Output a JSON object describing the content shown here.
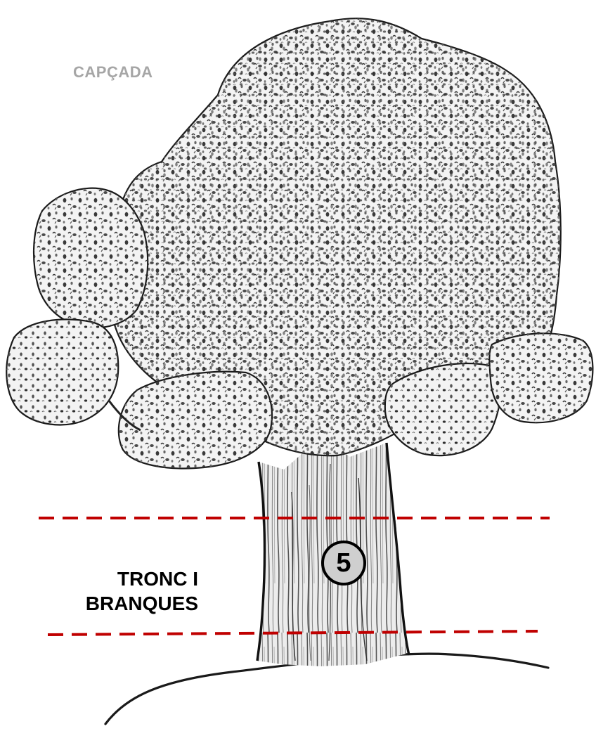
{
  "labels": {
    "canopy": "CAPÇADA",
    "trunk_line1": "TRONC I",
    "trunk_line2": "BRANQUES"
  },
  "badge": {
    "number": "5"
  },
  "colors": {
    "canopy_label": "#a6a6a6",
    "trunk_label": "#000000",
    "dashed_line": "#c00000",
    "badge_fill": "#cfcfcf",
    "ink": "#1a1a1a"
  }
}
